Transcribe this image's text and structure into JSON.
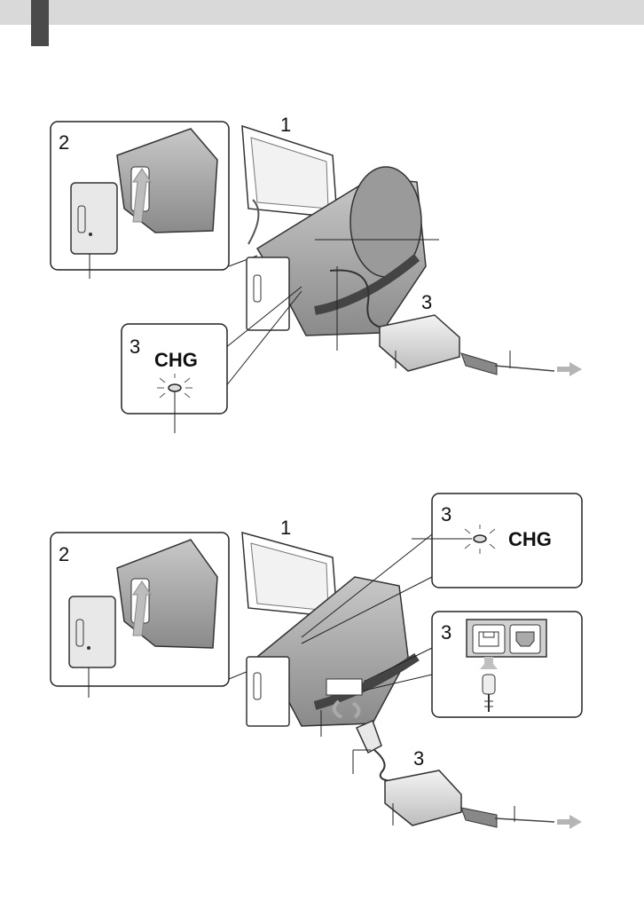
{
  "header": {
    "accent": "#4a4a4a",
    "band": "#d9d9d9"
  },
  "figure_top": {
    "step1": "1",
    "step2": "2",
    "step3_adapter": "3",
    "step3_lamp": "3",
    "chg_label": "CHG"
  },
  "figure_bottom": {
    "step1": "1",
    "step2": "2",
    "step3_lamp": "3",
    "step3_jack": "3",
    "step3_adapter": "3",
    "chg_label": "CHG"
  },
  "icons": [
    "battery-pack-icon",
    "camcorder-icon",
    "ac-adapter-icon",
    "power-plug-icon",
    "charge-lamp-icon",
    "dc-jack-icon",
    "arrow-right-icon"
  ]
}
